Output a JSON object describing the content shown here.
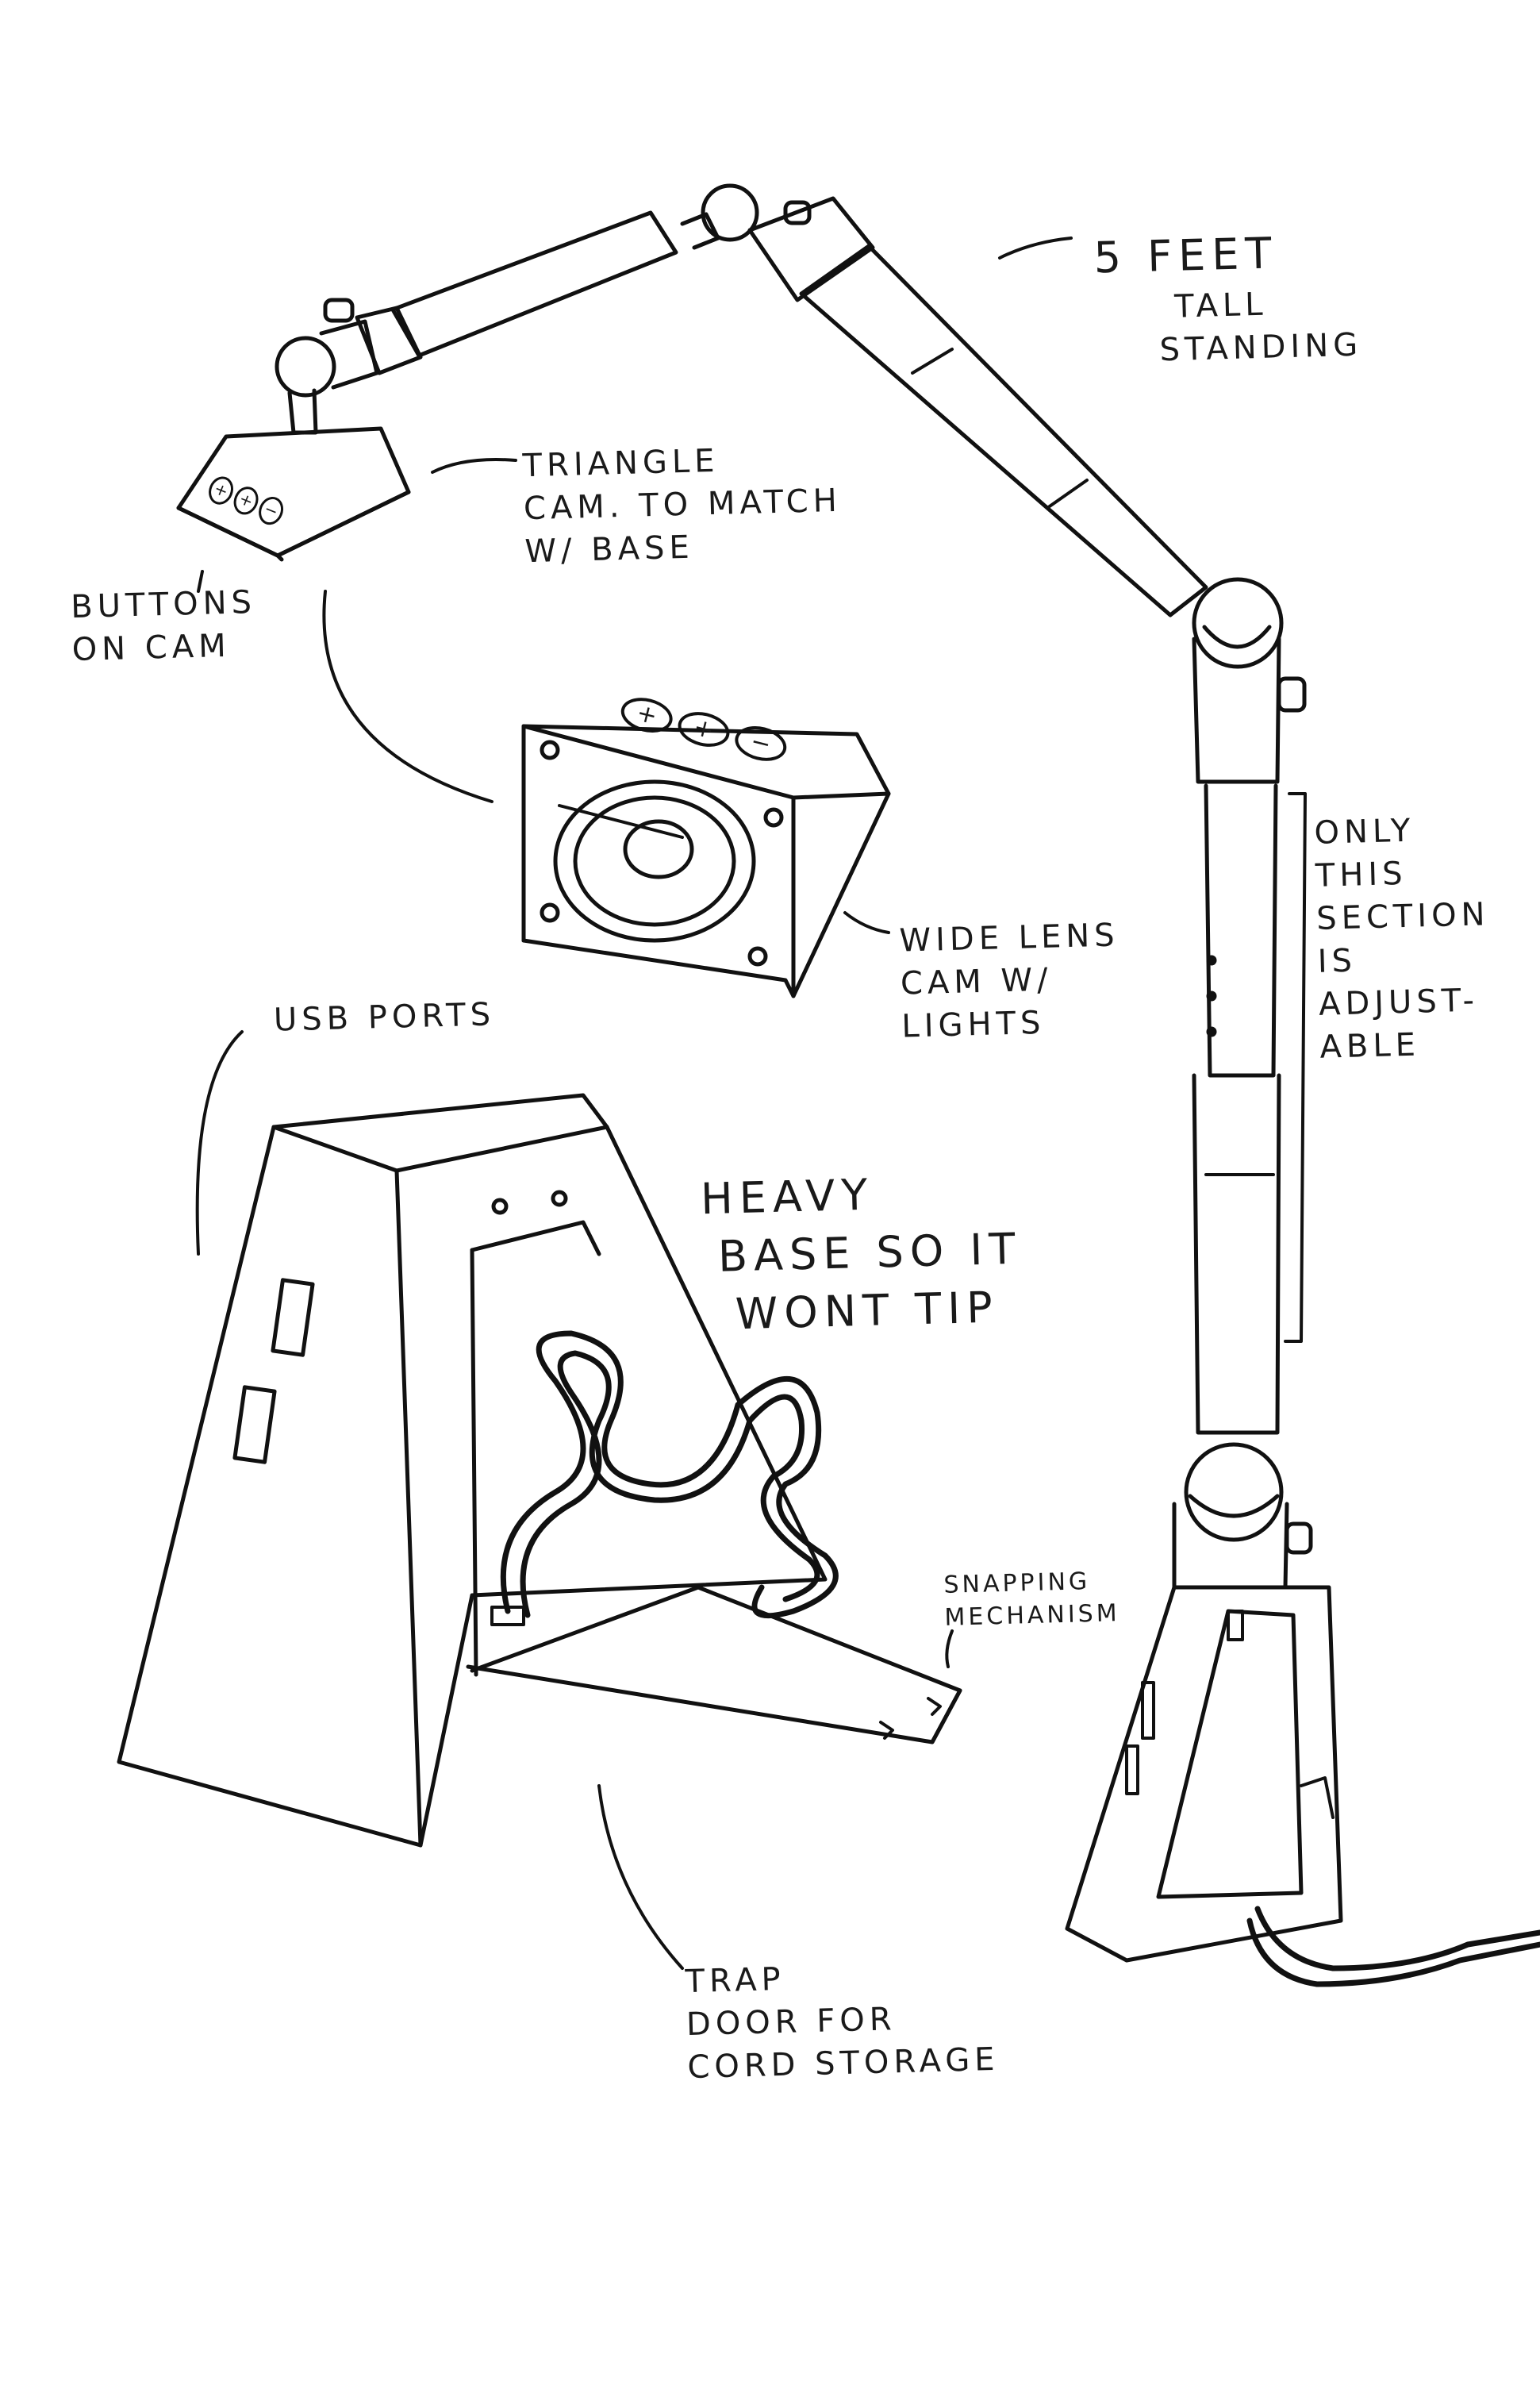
{
  "annotations": {
    "triangle_cam": [
      "TRIANGLE",
      "CAM. TO MATCH",
      "W/ BASE"
    ],
    "buttons_on_cam": [
      "BUTTONS",
      "ON CAM"
    ],
    "five_feet": [
      "5 FEET",
      "TALL",
      "STANDING"
    ],
    "wide_lens": [
      "WIDE LENS",
      "CAM W/",
      "LIGHTS"
    ],
    "only_adjustable": [
      "ONLY",
      "THIS",
      "SECTION",
      "IS",
      "ADJUST-",
      "ABLE"
    ],
    "usb_ports": [
      "USB PORTS"
    ],
    "heavy_base": [
      "HEAVY",
      "BASE SO IT",
      "WONT TIP"
    ],
    "snapping": [
      "SNAPPING",
      "MECHANISM"
    ],
    "trap_door": [
      "TRAP",
      "DOOR FOR",
      "CORD STORAGE"
    ]
  },
  "cam_buttons": [
    "+",
    "+",
    "−"
  ],
  "colors": {
    "ink": "#111111",
    "paper": "#ffffff"
  },
  "icons": [
    "camera-head",
    "wide-lens-camera",
    "usb-port",
    "snapping-mechanism",
    "power-cord"
  ]
}
